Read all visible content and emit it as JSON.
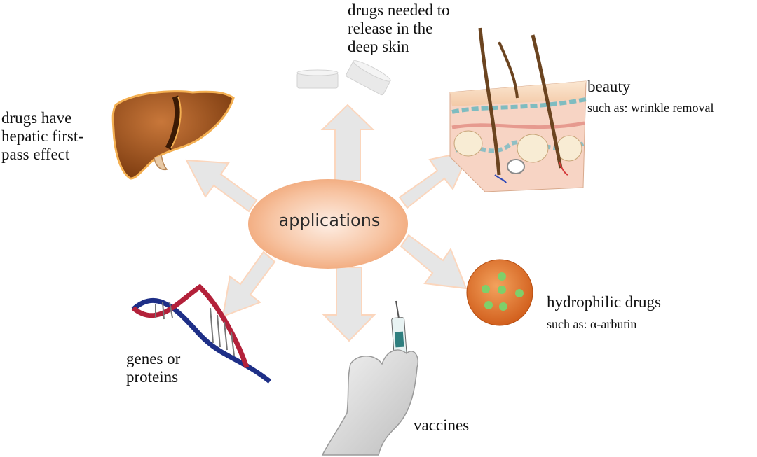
{
  "center": {
    "label": "applications"
  },
  "nodes": {
    "deep_skin": {
      "lines": [
        "drugs needed to",
        "release in the",
        "deep skin"
      ],
      "icon": "tablets-icon"
    },
    "hepatic": {
      "lines": [
        "drugs have",
        "hepatic first-",
        "pass effect"
      ],
      "icon": "liver-icon"
    },
    "beauty": {
      "title": "beauty",
      "detail": "such as: wrinkle removal",
      "icon": "skin-cross-section-icon"
    },
    "hydrophilic": {
      "title": "hydrophilic drugs",
      "detail": "such as: α-arbutin",
      "icon": "particle-sphere-icon"
    },
    "genes": {
      "lines": [
        "genes or",
        "proteins"
      ],
      "icon": "dna-helix-icon"
    },
    "vaccines": {
      "label": "vaccines",
      "icon": "syringe-hand-icon"
    }
  },
  "colors": {
    "arrow": "#e3e3e3",
    "ellipse_center": "#fbe0cf",
    "ellipse_edge": "#ef9f6d",
    "liver": "#a0521a",
    "sphere": "#e0782f",
    "dots": "#7fcf6a"
  }
}
